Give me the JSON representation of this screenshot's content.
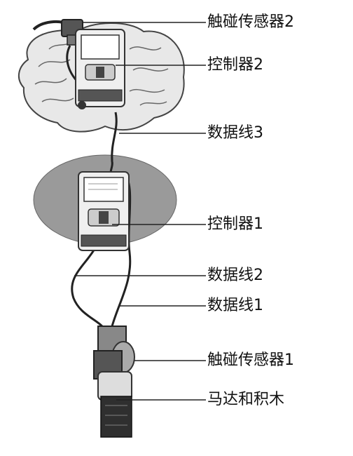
{
  "labels": {
    "touch_sensor_2": "触碰传感器2",
    "controller_2": "控制器2",
    "cable_3": "数据线3",
    "controller_1": "控制器1",
    "cable_2": "数据线2",
    "cable_1": "数据线1",
    "touch_sensor_1": "触碰传感器1",
    "motor_and_blocks": "马达和积木"
  },
  "colors": {
    "brain_fill": "#e6e6e6",
    "brain_outline": "#444444",
    "spinal_fill": "#9a9a9a",
    "cable": "#222222",
    "device_body": "#efefef",
    "motor_dark": "#333333"
  }
}
